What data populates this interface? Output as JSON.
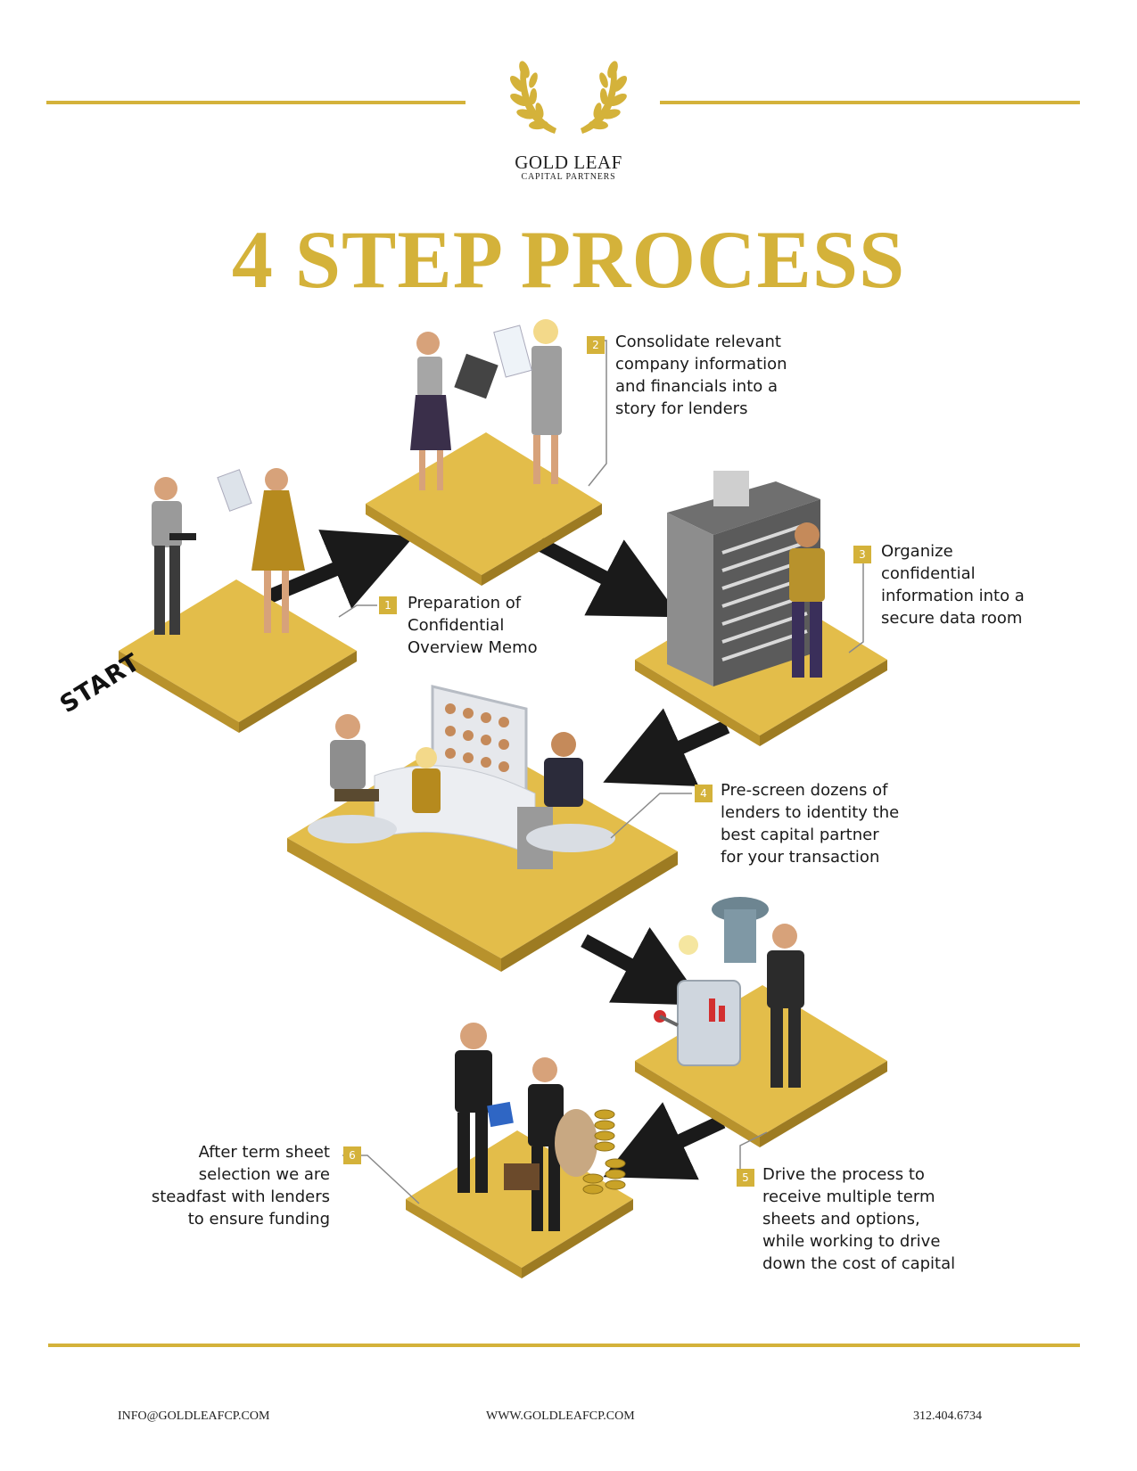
{
  "brand": {
    "name": "GOLD LEAF",
    "subtitle": "CAPITAL PARTNERS",
    "accent_color": "#d4b23a",
    "logo_icon": "laurel-wreath-icon"
  },
  "title": "4 STEP PROCESS",
  "start_label": "START",
  "steps": [
    {
      "number": "1",
      "lines": [
        "Preparation of",
        "Confidential",
        "Overview Memo"
      ]
    },
    {
      "number": "2",
      "lines": [
        "Consolidate relevant",
        "company information",
        "and financials into a",
        "story for lenders"
      ]
    },
    {
      "number": "3",
      "lines": [
        "Organize",
        "confidential",
        "information into a",
        "secure data room"
      ]
    },
    {
      "number": "4",
      "lines": [
        "Pre-screen dozens of",
        "lenders to identity the",
        "best capital partner",
        "for your transaction"
      ]
    },
    {
      "number": "5",
      "lines": [
        "Drive the process to",
        "receive multiple term",
        "sheets and options,",
        "while working to drive",
        "down the cost of capital"
      ]
    },
    {
      "number": "6",
      "lines": [
        "After term sheet",
        "selection we are",
        "steadfast with lenders",
        "to ensure funding"
      ]
    }
  ],
  "footer": {
    "email": "INFO@GOLDLEAFCP.COM",
    "website": "WWW.GOLDLEAFCP.COM",
    "phone": "312.404.6734"
  }
}
